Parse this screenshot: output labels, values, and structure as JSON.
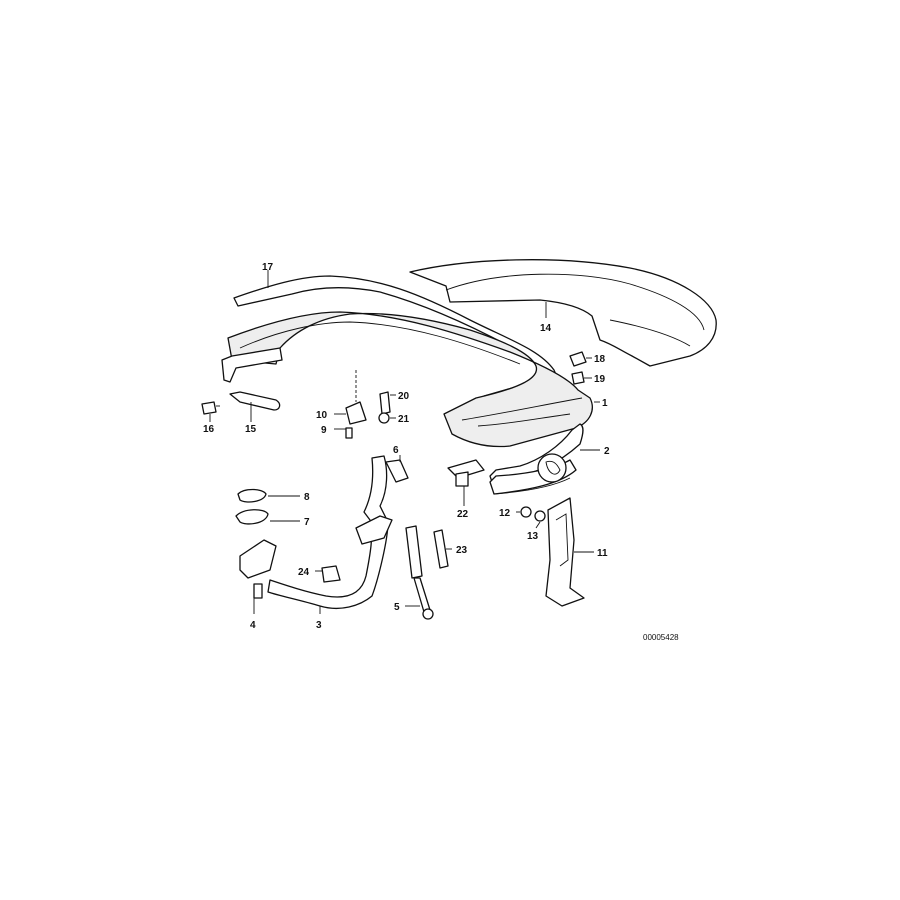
{
  "diagram": {
    "reference_number": "00005428",
    "callouts": [
      {
        "id": "c1",
        "label": "1"
      },
      {
        "id": "c2",
        "label": "2"
      },
      {
        "id": "c3",
        "label": "3"
      },
      {
        "id": "c4",
        "label": "4"
      },
      {
        "id": "c5",
        "label": "5"
      },
      {
        "id": "c6",
        "label": "6"
      },
      {
        "id": "c7",
        "label": "7"
      },
      {
        "id": "c8",
        "label": "8"
      },
      {
        "id": "c9",
        "label": "9"
      },
      {
        "id": "c10",
        "label": "10"
      },
      {
        "id": "c11",
        "label": "11"
      },
      {
        "id": "c12",
        "label": "12"
      },
      {
        "id": "c13",
        "label": "13"
      },
      {
        "id": "c14",
        "label": "14"
      },
      {
        "id": "c15",
        "label": "15"
      },
      {
        "id": "c16",
        "label": "16"
      },
      {
        "id": "c17",
        "label": "17"
      },
      {
        "id": "c18",
        "label": "18"
      },
      {
        "id": "c19",
        "label": "19"
      },
      {
        "id": "c20",
        "label": "20"
      },
      {
        "id": "c21",
        "label": "21"
      },
      {
        "id": "c22",
        "label": "22"
      },
      {
        "id": "c23",
        "label": "23"
      },
      {
        "id": "c24",
        "label": "24"
      }
    ]
  }
}
